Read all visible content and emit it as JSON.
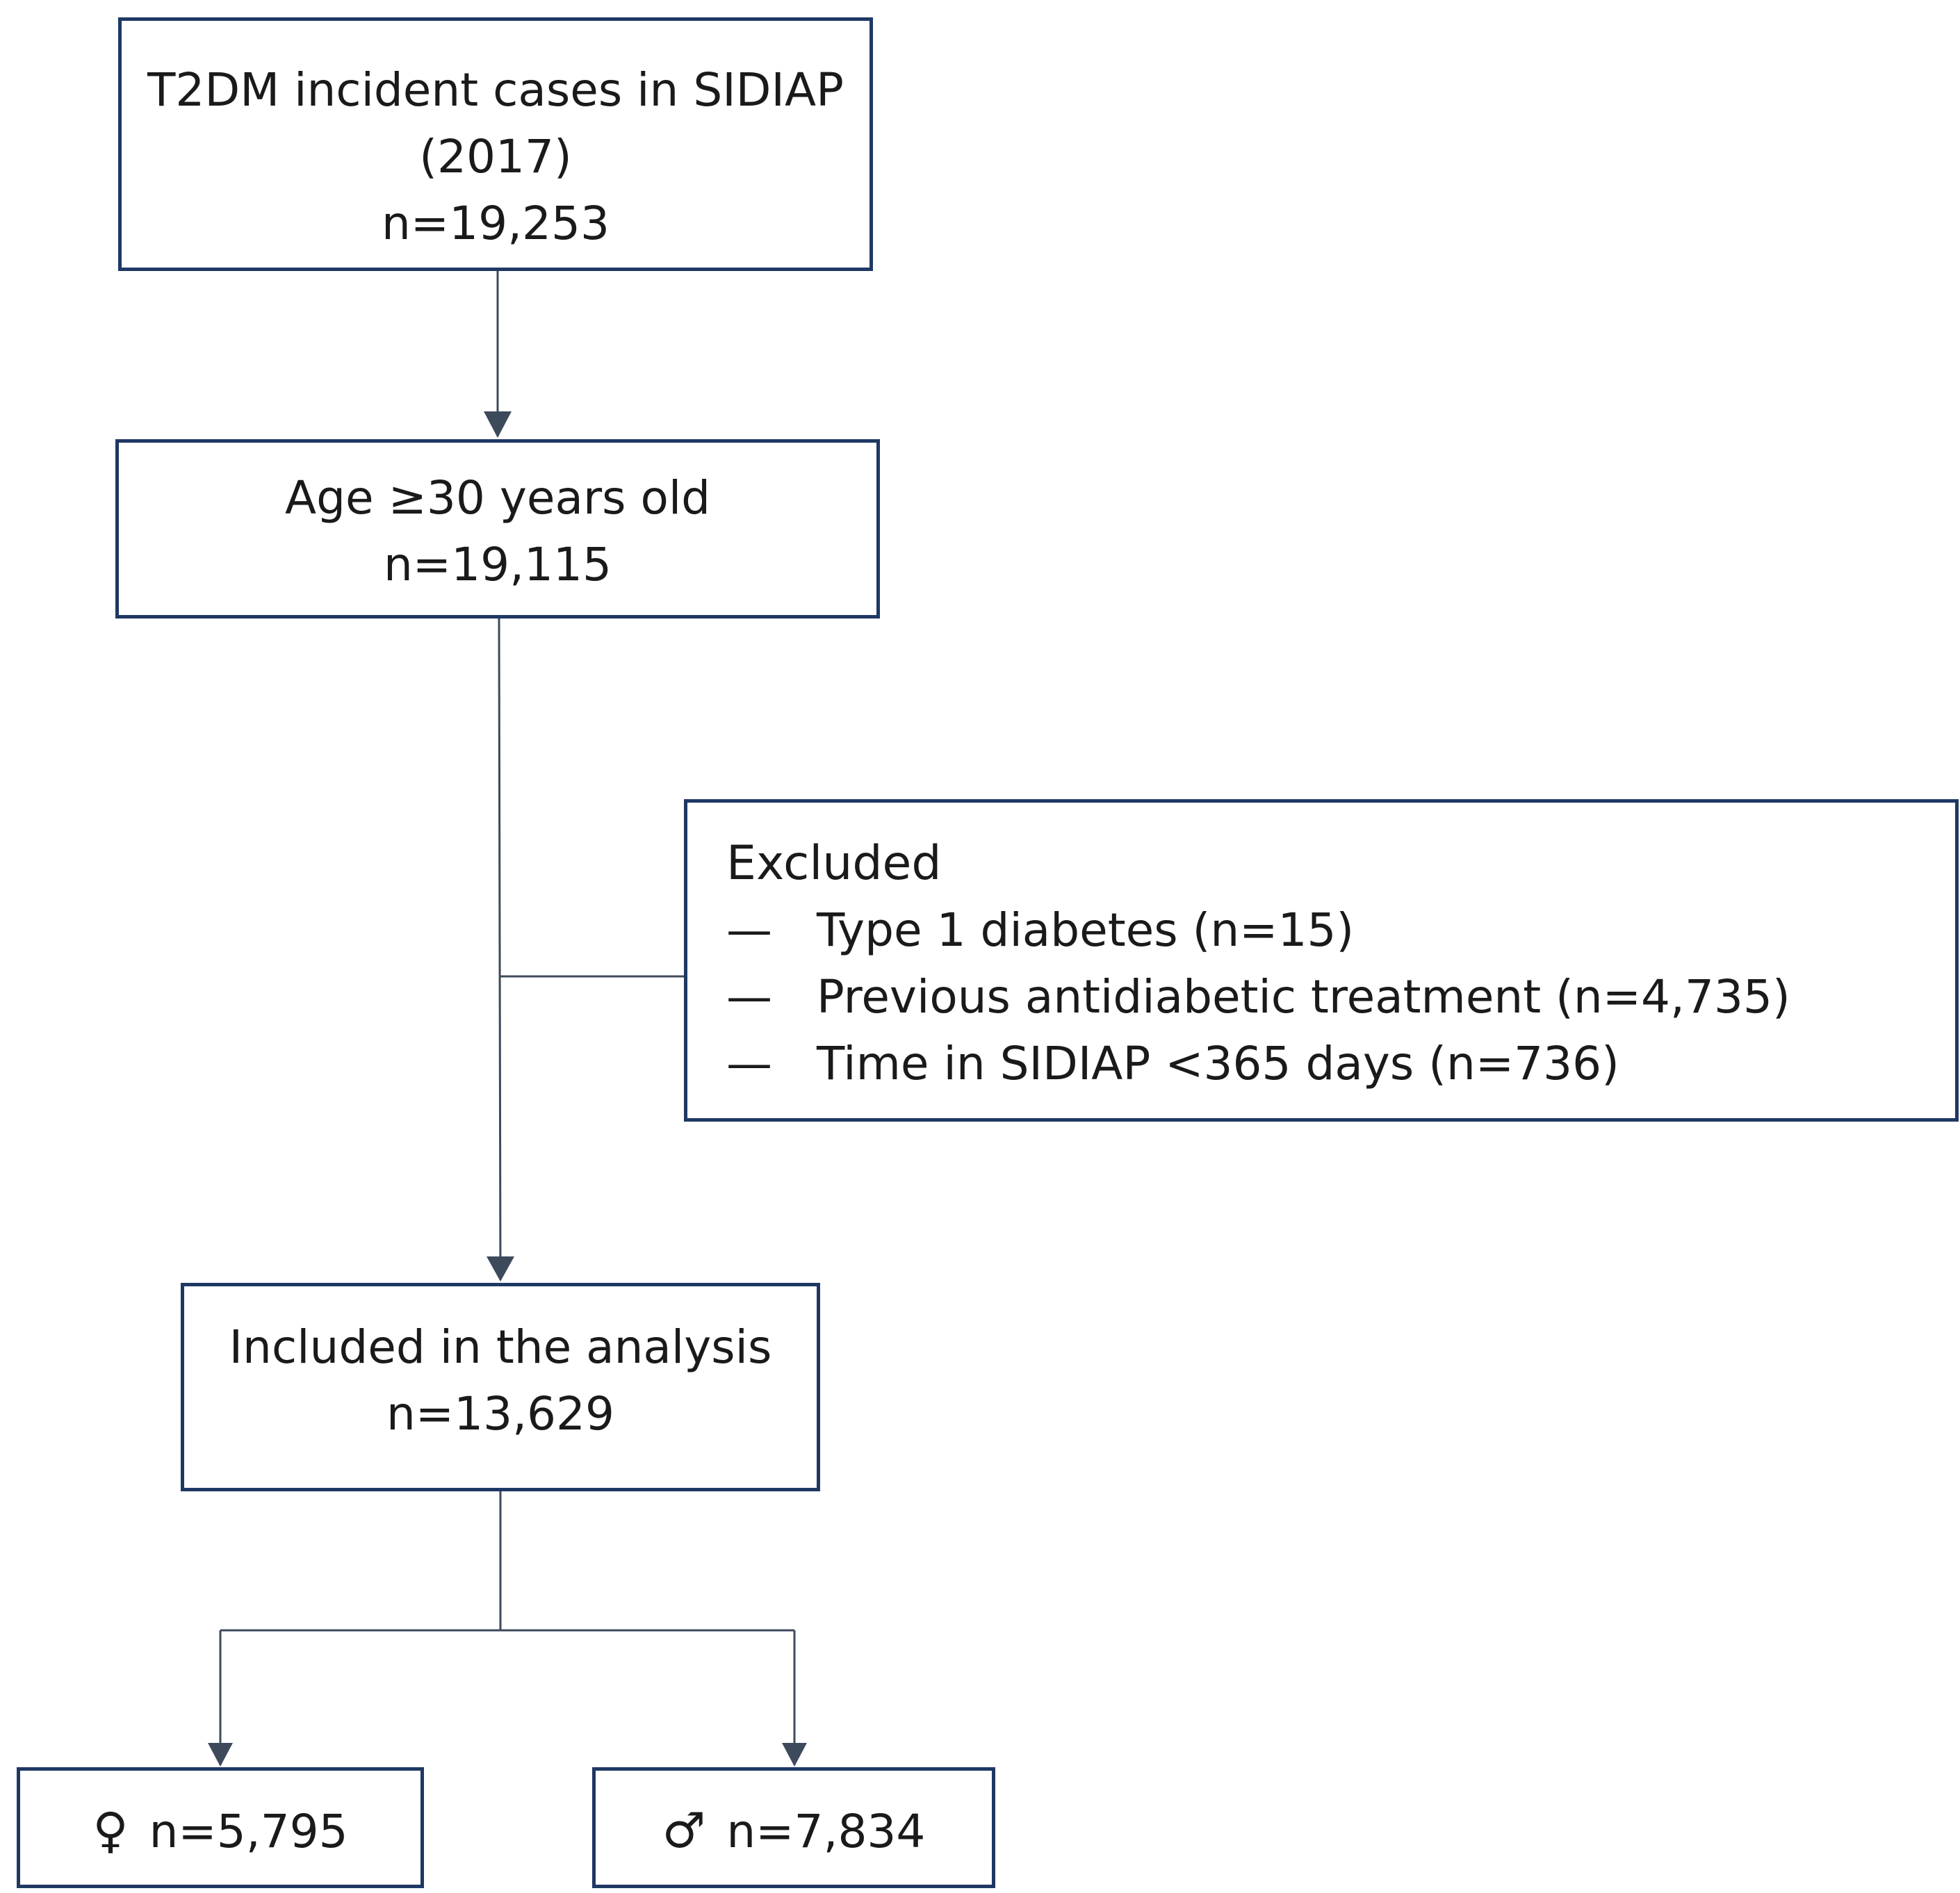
{
  "start": {
    "line1": "T2DM incident cases in SIDIAP",
    "line2": "(2017)",
    "line3": "n=19,253"
  },
  "age": {
    "line1": "Age ≥30 years old",
    "line2": "n=19,115"
  },
  "excluded": {
    "title": "Excluded",
    "items": [
      {
        "dash": "—",
        "text": "Type 1 diabetes (n=15)"
      },
      {
        "dash": "—",
        "text": "Previous antidiabetic treatment (n=4,735)"
      },
      {
        "dash": "—",
        "text": "Time in SIDIAP <365 days (n=736)"
      }
    ]
  },
  "included": {
    "line1": "Included in the analysis",
    "line2": "n=13,629"
  },
  "female": {
    "symbol": "♀",
    "count": "n=5,795"
  },
  "male": {
    "symbol": "♂",
    "count": "n=7,834"
  },
  "colors": {
    "border": "#1f3864",
    "connector": "#3d4a5c",
    "text": "#1a1a1a"
  }
}
